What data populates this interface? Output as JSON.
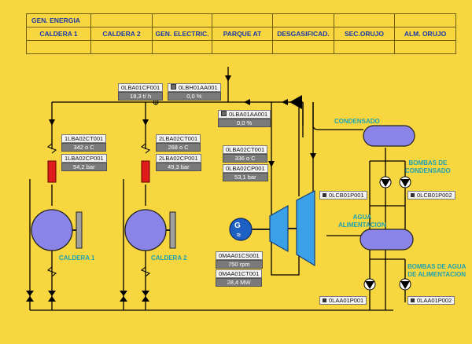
{
  "nav": {
    "energia": "GEN. ENERGIA",
    "tabs": [
      "CALDERA 1",
      "CALDERA 2",
      "GEN. ELECTRIC.",
      "PARQUE AT",
      "DESGASIFICAD.",
      "SEC.ORUJO",
      "ALM. ORUJO"
    ]
  },
  "tags": {
    "cf001": {
      "label": "0LBA01CF001",
      "value": "18,3 t/ h"
    },
    "aa001b": {
      "label": "0LBH01AA001",
      "value": "0,0 %"
    },
    "aa001a": {
      "label": "0LBA01AA001",
      "value": "0,0 %"
    },
    "c1_ct": {
      "label": "1LBA02CT001",
      "value": "342 o C"
    },
    "c1_cp": {
      "label": "1LBA02CP001",
      "value": "54,2 bar"
    },
    "c2_ct": {
      "label": "2LBA02CT001",
      "value": "268 o C"
    },
    "c2_cp": {
      "label": "2LBA02CP001",
      "value": "49,3 bar"
    },
    "t_ct": {
      "label": "0LBA02CT001",
      "value": "336 o C"
    },
    "t_cp": {
      "label": "0LBA02CP001",
      "value": "53,1 bar"
    },
    "gen_speed": {
      "label": "0MAA01CS001",
      "value": "750 rpm"
    },
    "gen_power": {
      "label": "0MAA01CT001",
      "value": "28,4 MW"
    }
  },
  "pumps": {
    "lcb1": "0LCB01P001",
    "lcb2": "0LCB01P002",
    "laa1": "0LAA01P001",
    "laa2": "0LAA01P002"
  },
  "labels": {
    "caldera1": "CALDERA 1",
    "caldera2": "CALDERA 2",
    "condensado": "CONDENSADO",
    "bombas_cond": "BOMBAS DE\nCONDENSADO",
    "agua_alim": "AGUA\nALIMENTACION",
    "bombas_agua": "BOMBAS DE AGUA\nDE ALIMENTACION",
    "generator": "G",
    "generator_sub": "≈"
  },
  "colors": {
    "background": "#f7d640",
    "vessel": "#8b84e8",
    "turbine": "#3aa0e8",
    "generator": "#1e5fc4",
    "heater": "#e01b1b",
    "label": "#1fa2b0",
    "nav_text": "#1c37a8"
  }
}
